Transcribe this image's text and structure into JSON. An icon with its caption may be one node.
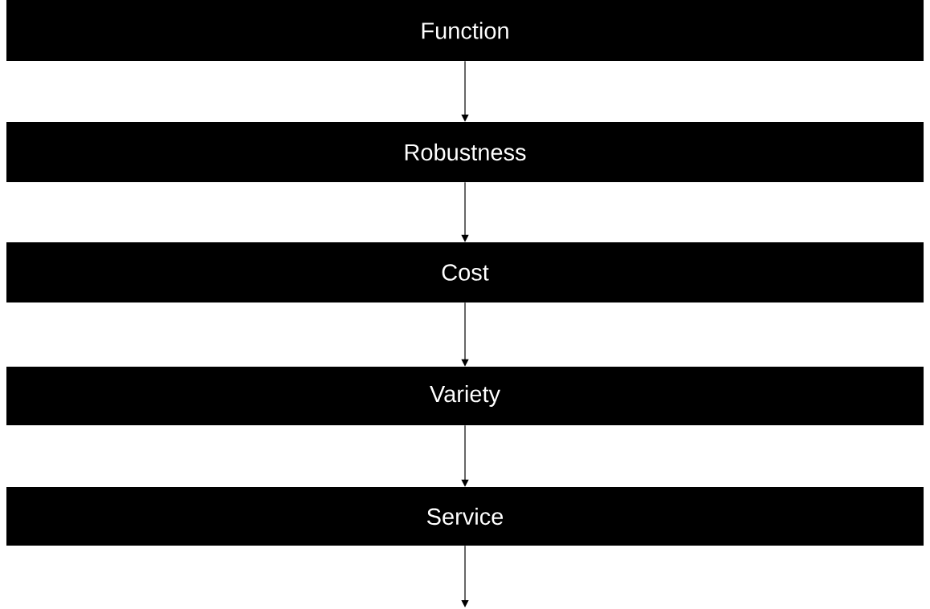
{
  "diagram": {
    "nodes": [
      {
        "text": [
          "Function"
        ]
      },
      {
        "text": [
          "Robustness"
        ]
      },
      {
        "text": [
          "Cost"
        ]
      },
      {
        "text": [
          "Variety"
        ]
      },
      {
        "text": [
          "Service"
        ]
      }
    ],
    "edges": [
      {
        "from": 0,
        "to": 1,
        "arrow": "to"
      },
      {
        "from": 1,
        "to": 2,
        "arrow": "to"
      },
      {
        "from": 2,
        "to": 3,
        "arrow": "to"
      },
      {
        "from": 3,
        "to": 4,
        "arrow": "to"
      },
      {
        "from": 4,
        "to": null,
        "arrow": "to"
      }
    ]
  }
}
